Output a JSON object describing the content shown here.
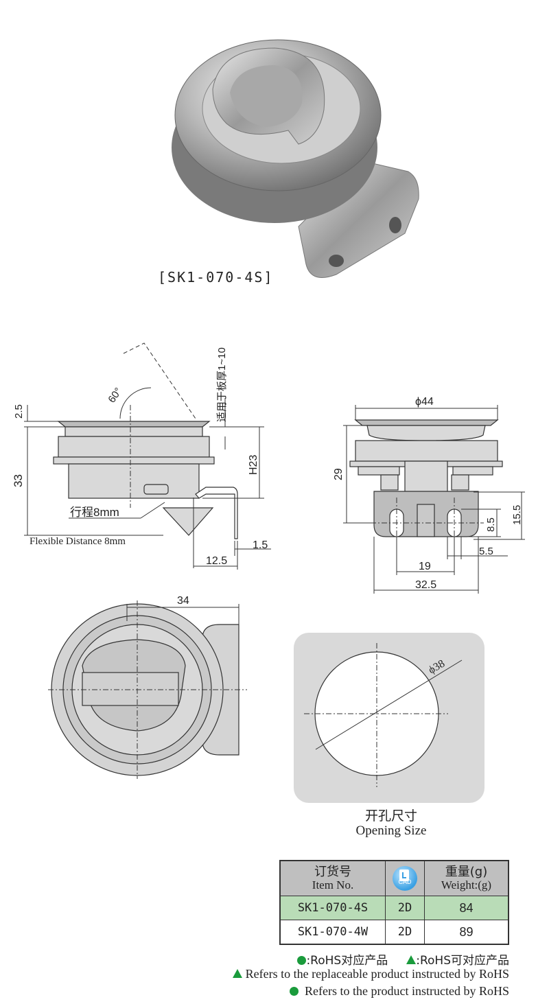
{
  "product": {
    "model_caption": "[SK1-070-4S]"
  },
  "side_view": {
    "dim_top": "2.5",
    "dim_height": "33",
    "dim_angle": "60°",
    "panel_thickness": "适用于板厚1~10",
    "dim_h23": "H23",
    "stroke_cn": "行程8mm",
    "stroke_en": "Flexible  Distance 8mm",
    "dim_thickness": "1.5",
    "dim_offset": "12.5"
  },
  "front_view": {
    "dim_diameter": "ϕ44",
    "dim_29": "29",
    "dim_8_5": "8.5",
    "dim_15_5": "15.5",
    "dim_5_5": "5.5",
    "dim_19": "19",
    "dim_32_5": "32.5"
  },
  "top_view": {
    "dim_34": "34"
  },
  "opening": {
    "dim_hole": "ϕ38",
    "caption_cn": "开孔尺寸",
    "caption_en": "Opening Size"
  },
  "order_table": {
    "col_item_cn": "订货号",
    "col_item_en": "Item No.",
    "col_cad": "CAD",
    "col_weight_cn": "重量(g)",
    "col_weight_en": "Weight:(g)",
    "rows": [
      {
        "item": "SK1-070-4S",
        "cad": "2D",
        "weight": "84"
      },
      {
        "item": "SK1-070-4W",
        "cad": "2D",
        "weight": "89"
      }
    ]
  },
  "legend": {
    "line1_a": ":RoHS对应产品",
    "line1_b": ":RoHS可对应产品",
    "line2": "Refers to the replaceable product instructed by RoHS",
    "line3": "Refers to the product instructed by RoHS"
  },
  "colors": {
    "rohs_green": "#1a9b3c",
    "highlight_row": "#b9dcb7",
    "drawing_fill": "#d9d9d9"
  }
}
